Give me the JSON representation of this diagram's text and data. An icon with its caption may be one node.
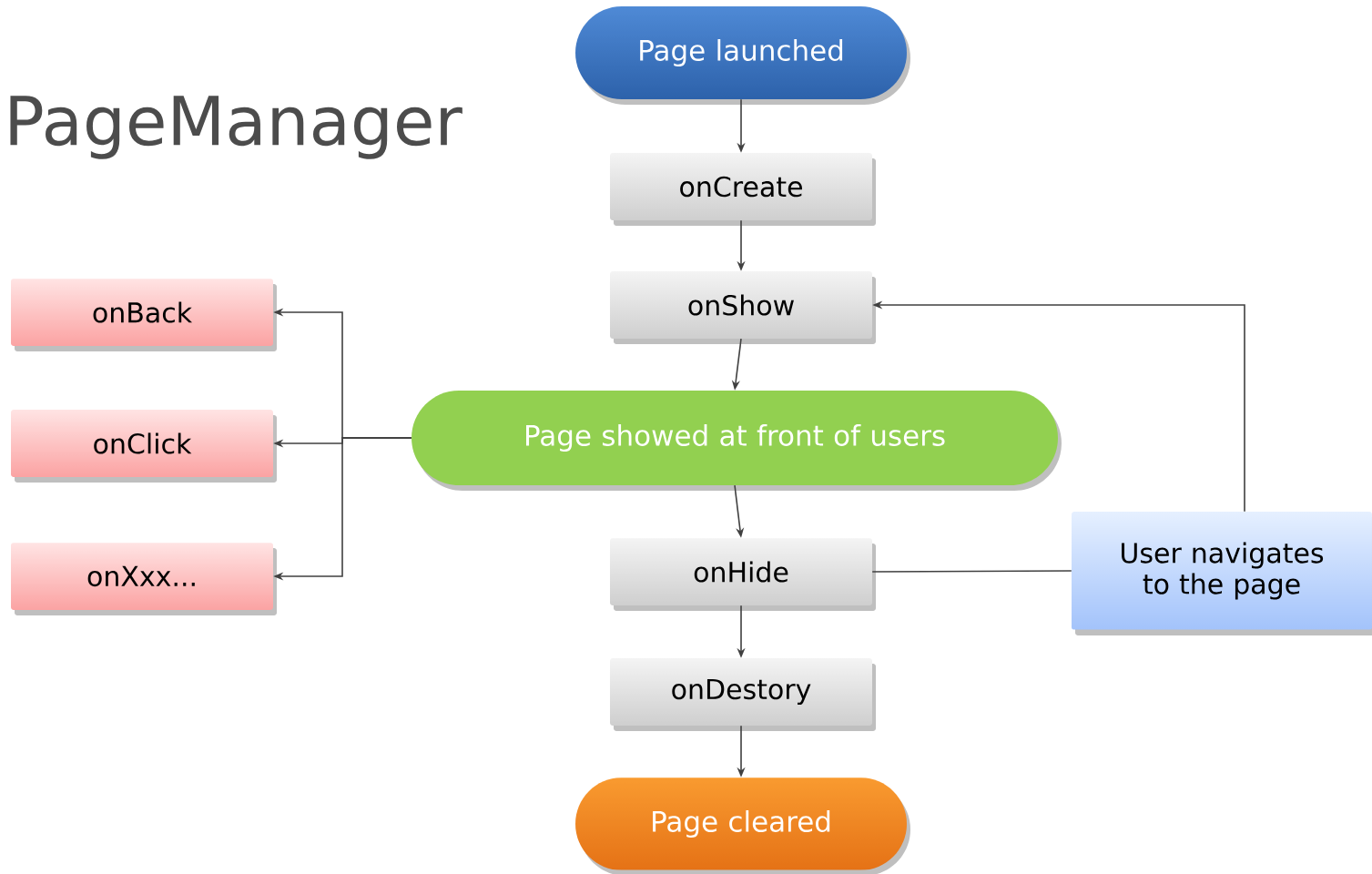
{
  "diagram": {
    "title": "PageManager",
    "nodes": [
      {
        "text": [
          "Page launched"
        ]
      },
      {
        "text": [
          "onCreate"
        ]
      },
      {
        "text": [
          "onShow"
        ]
      },
      {
        "text": [
          "Page showed at front of users"
        ]
      },
      {
        "text": [
          "onHide"
        ]
      },
      {
        "text": [
          "onDestory"
        ]
      },
      {
        "text": [
          "Page cleared"
        ]
      },
      {
        "text": [
          "onBack"
        ]
      },
      {
        "text": [
          "onClick"
        ]
      },
      {
        "text": [
          "onXxx..."
        ]
      },
      {
        "text": [
          "User navigates to the page"
        ]
      }
    ],
    "edges": [
      {
        "from": 0,
        "to": 1,
        "arrow": "to"
      },
      {
        "from": 1,
        "to": 2,
        "arrow": "to"
      },
      {
        "from": 2,
        "to": 3,
        "arrow": "to"
      },
      {
        "from": 3,
        "to": 4,
        "arrow": "to"
      },
      {
        "from": 4,
        "to": 5,
        "arrow": "to"
      },
      {
        "from": 5,
        "to": 6,
        "arrow": "to"
      },
      {
        "from": 3,
        "to": 7,
        "arrow": "to"
      },
      {
        "from": 3,
        "to": 8,
        "arrow": "to"
      },
      {
        "from": 3,
        "to": 9,
        "arrow": "to"
      },
      {
        "from": 4,
        "to": 10,
        "arrow": "none"
      },
      {
        "from": 10,
        "to": 2,
        "arrow": "to"
      }
    ]
  }
}
